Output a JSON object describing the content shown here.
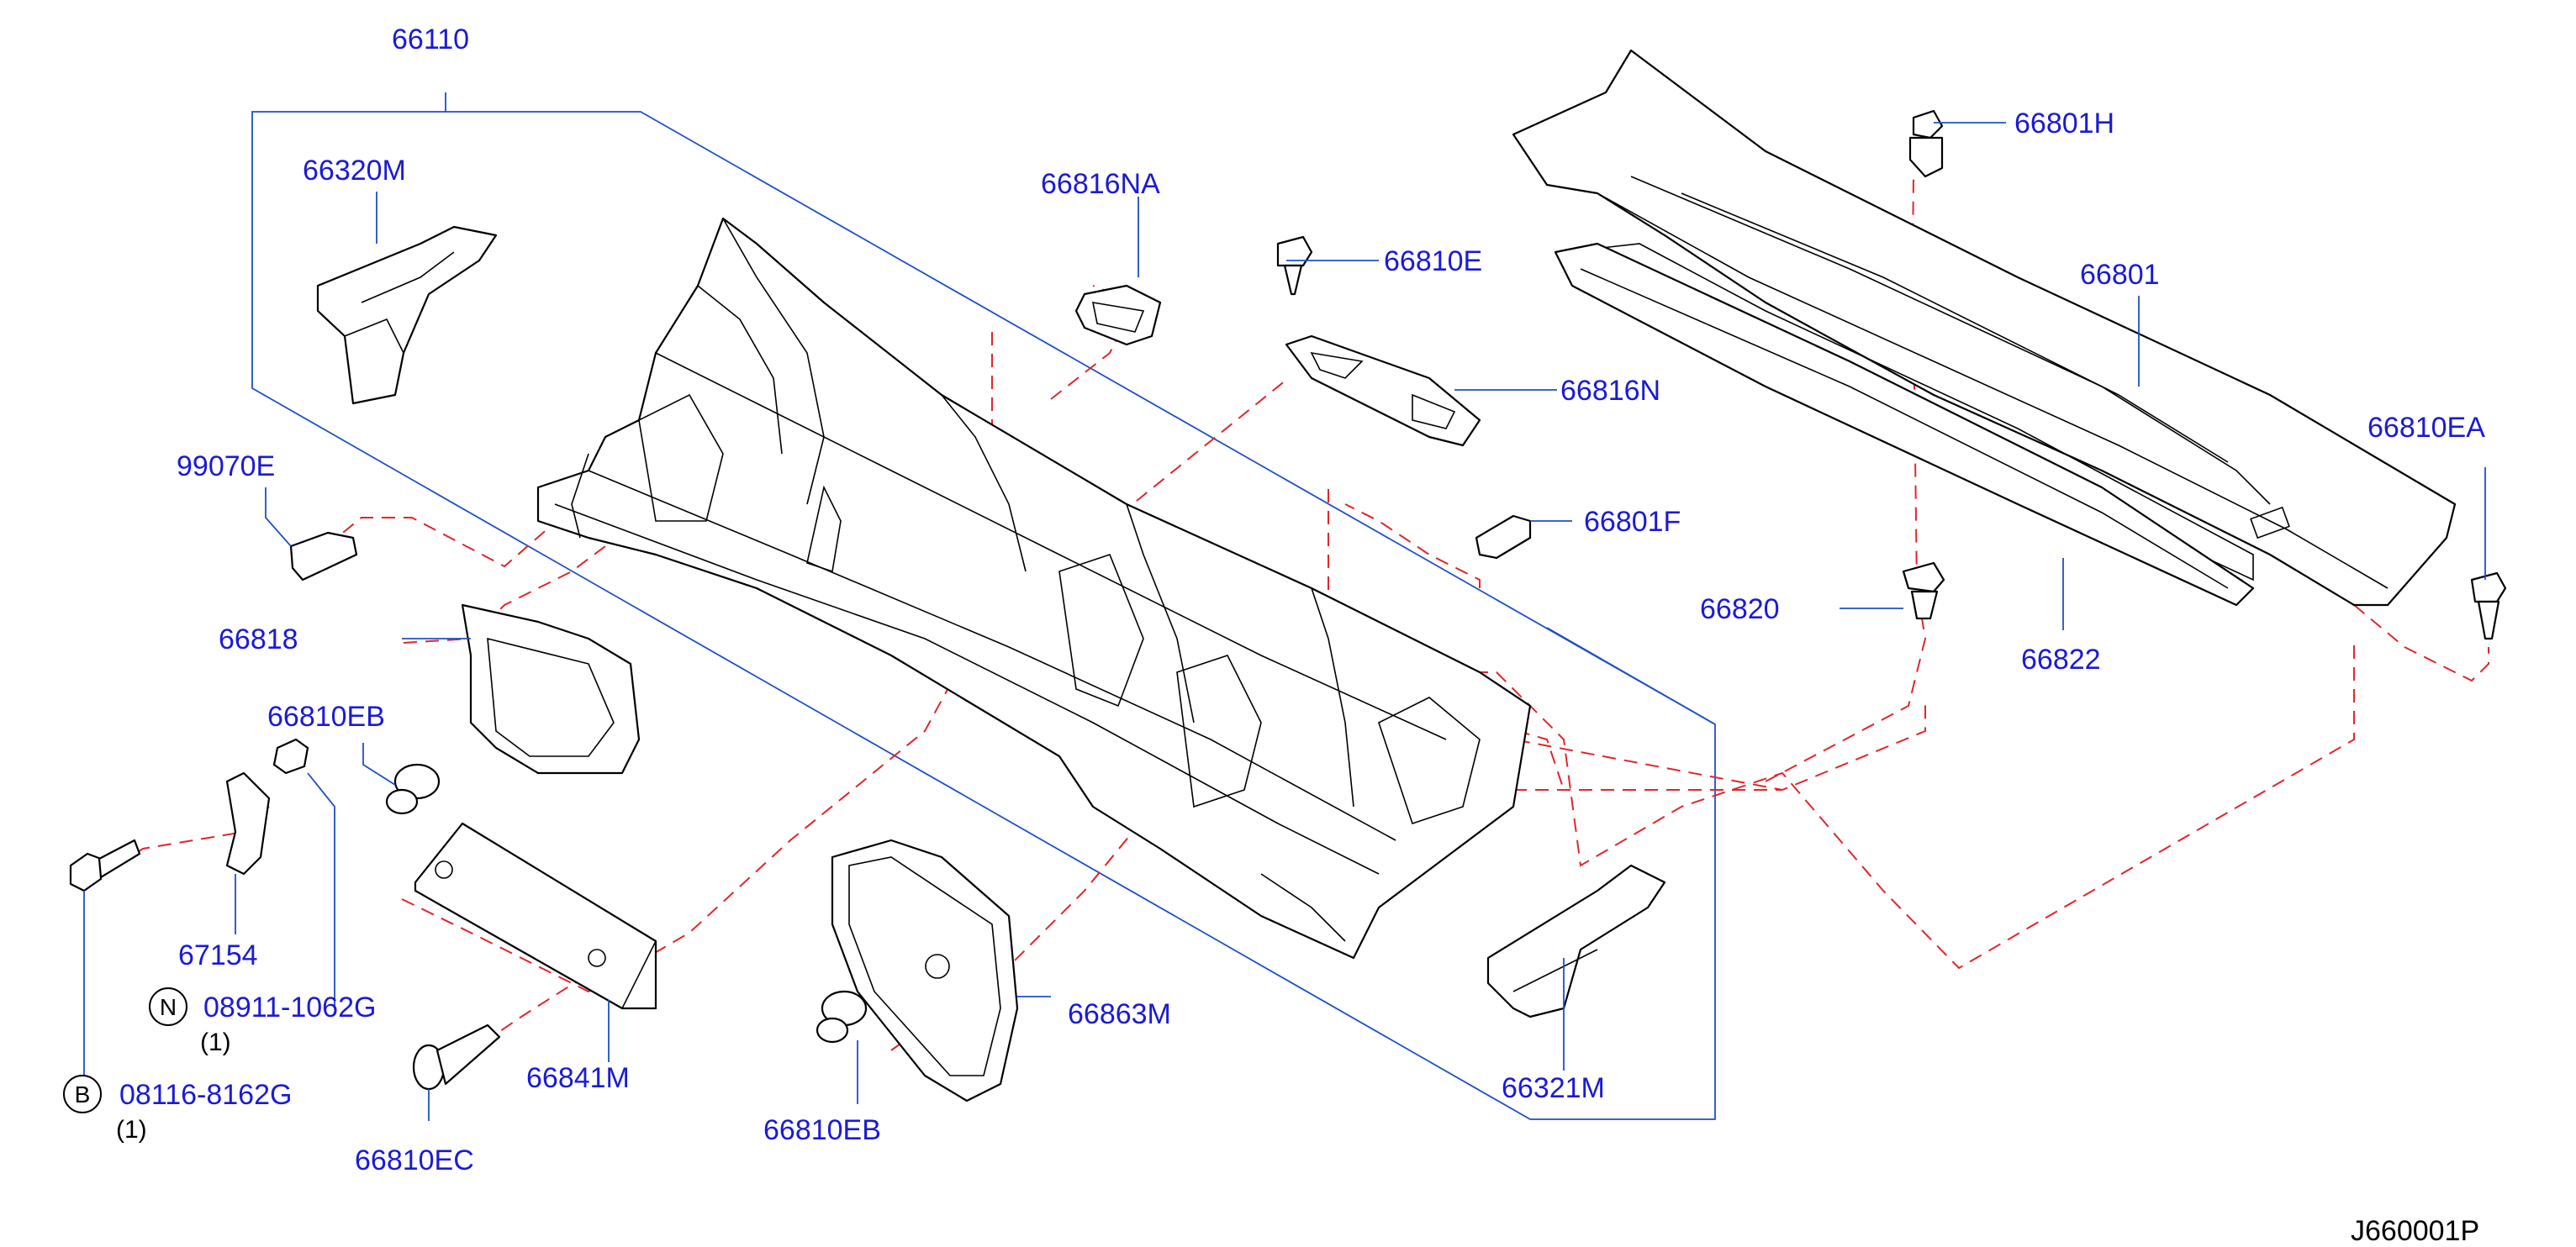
{
  "diagram": {
    "figure_code": "J660001P",
    "parts": [
      {
        "id": "p66110",
        "label": "66110"
      },
      {
        "id": "p66320M",
        "label": "66320M"
      },
      {
        "id": "p66816NA",
        "label": "66816NA"
      },
      {
        "id": "p66810E",
        "label": "66810E"
      },
      {
        "id": "p66816N",
        "label": "66816N"
      },
      {
        "id": "p66801H",
        "label": "66801H"
      },
      {
        "id": "p66801",
        "label": "66801"
      },
      {
        "id": "p66810EA",
        "label": "66810EA"
      },
      {
        "id": "p99070E",
        "label": "99070E"
      },
      {
        "id": "p66801F",
        "label": "66801F"
      },
      {
        "id": "p66820",
        "label": "66820"
      },
      {
        "id": "p66822",
        "label": "66822"
      },
      {
        "id": "p66818",
        "label": "66818"
      },
      {
        "id": "p66810EB_a",
        "label": "66810EB"
      },
      {
        "id": "p67154",
        "label": "67154"
      },
      {
        "id": "p08911",
        "label": "08911-1062G",
        "symbol": "N",
        "qty": "(1)"
      },
      {
        "id": "p08116",
        "label": "08116-8162G",
        "symbol": "B",
        "qty": "(1)"
      },
      {
        "id": "p66841M",
        "label": "66841M"
      },
      {
        "id": "p66810EC",
        "label": "66810EC"
      },
      {
        "id": "p66863M",
        "label": "66863M"
      },
      {
        "id": "p66810EB_b",
        "label": "66810EB"
      },
      {
        "id": "p66321M",
        "label": "66321M"
      }
    ]
  }
}
